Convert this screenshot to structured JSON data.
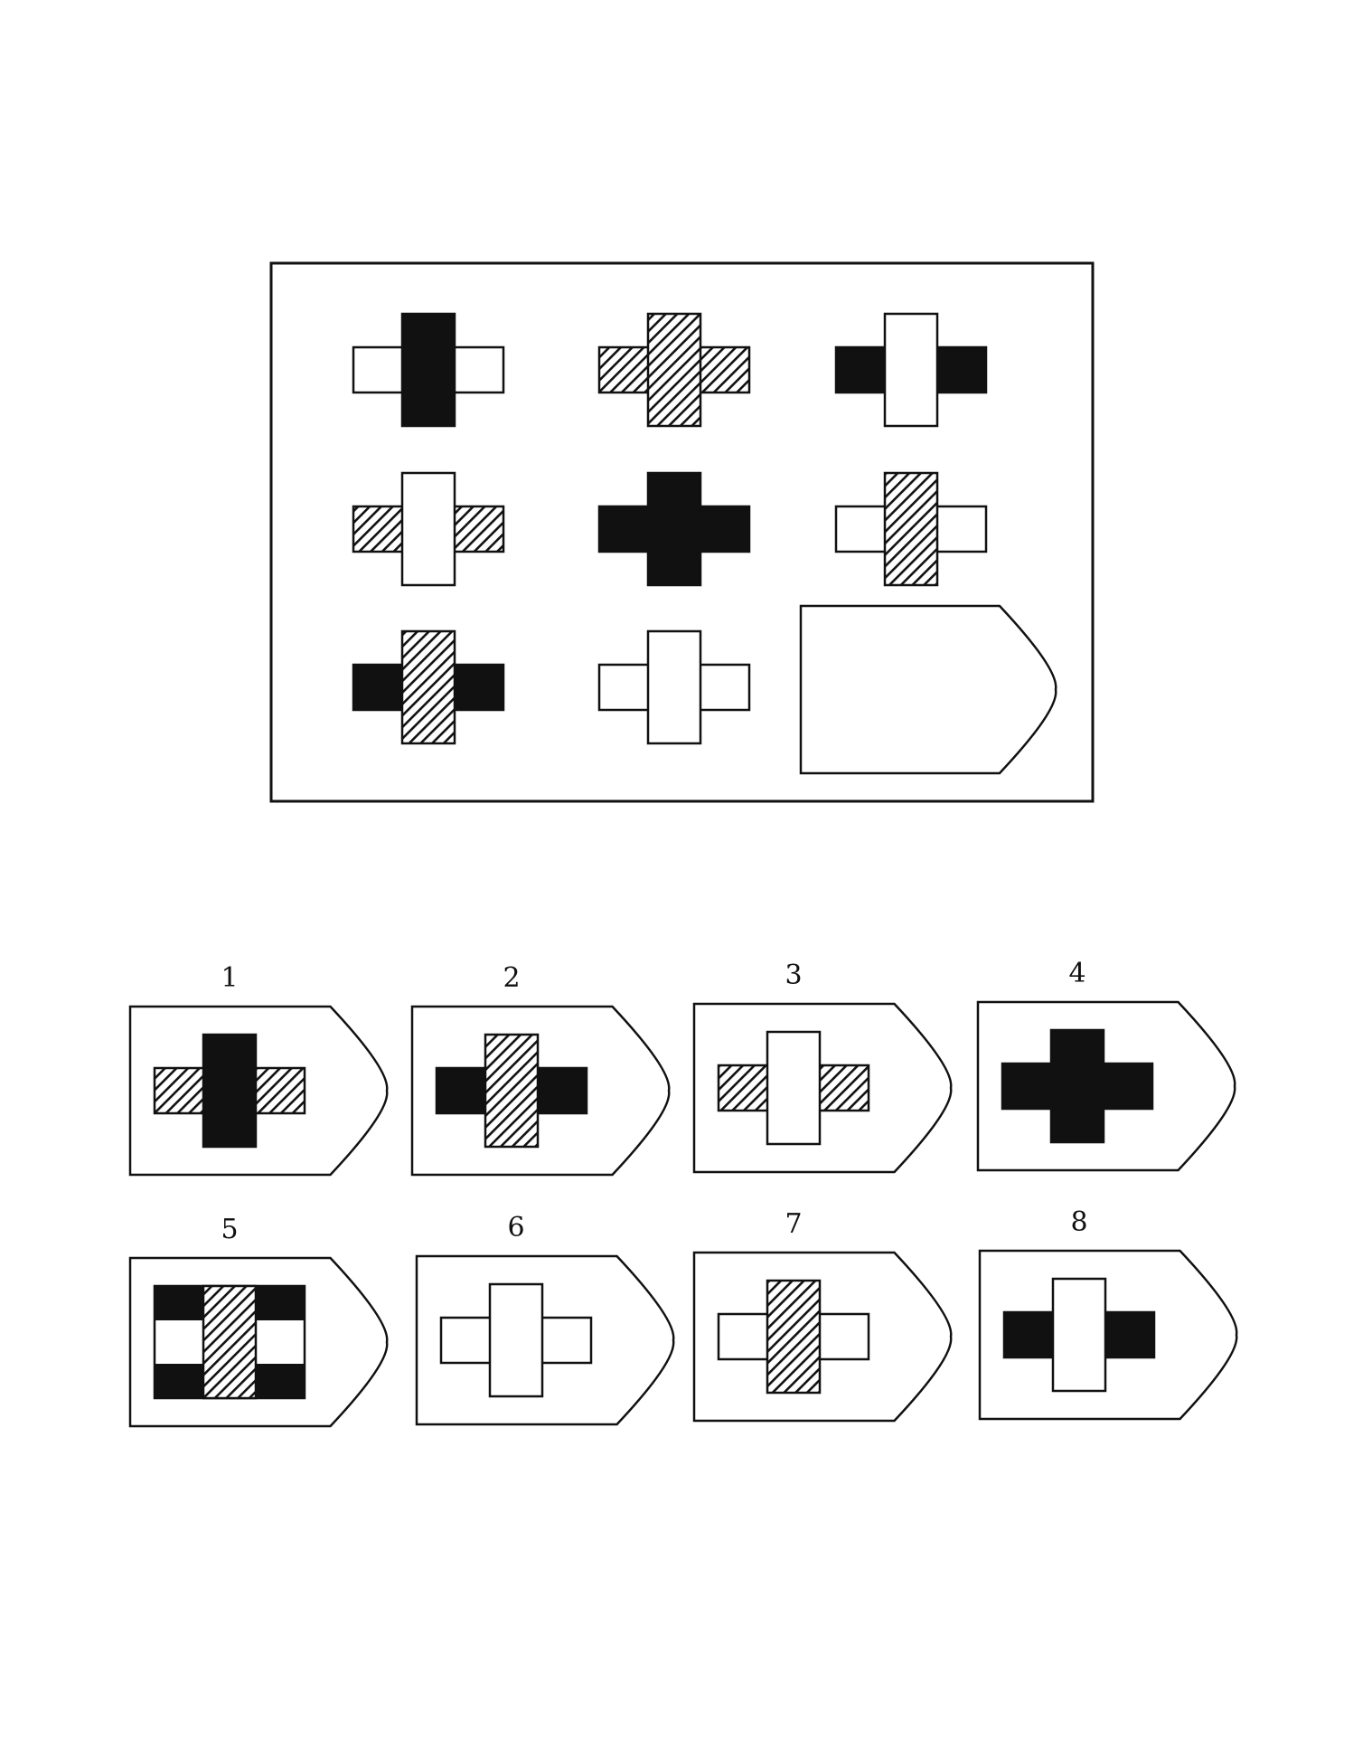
{
  "colors": {
    "ink": "#111111",
    "paper": "#ffffff"
  },
  "matrix": {
    "cells": [
      {
        "row": 1,
        "col": 1,
        "bar": "black",
        "arms": "white"
      },
      {
        "row": 1,
        "col": 2,
        "bar": "hatch",
        "arms": "hatch"
      },
      {
        "row": 1,
        "col": 3,
        "bar": "white",
        "arms": "black"
      },
      {
        "row": 2,
        "col": 1,
        "bar": "white",
        "arms": "hatch"
      },
      {
        "row": 2,
        "col": 2,
        "bar": "black",
        "arms": "black"
      },
      {
        "row": 2,
        "col": 3,
        "bar": "hatch",
        "arms": "white"
      },
      {
        "row": 3,
        "col": 1,
        "bar": "hatch",
        "arms": "black"
      },
      {
        "row": 3,
        "col": 2,
        "bar": "white",
        "arms": "white"
      },
      {
        "row": 3,
        "col": 3,
        "missing": true
      }
    ]
  },
  "options": [
    {
      "label": "1",
      "bar": "black",
      "arms": "hatch"
    },
    {
      "label": "2",
      "bar": "hatch",
      "arms": "black"
    },
    {
      "label": "3",
      "bar": "white",
      "arms": "hatch"
    },
    {
      "label": "4",
      "bar": "black",
      "arms": "black"
    },
    {
      "label": "5",
      "variant": "block",
      "bar": "hatch",
      "arms": "black"
    },
    {
      "label": "6",
      "bar": "white",
      "arms": "white"
    },
    {
      "label": "7",
      "bar": "hatch",
      "arms": "white"
    },
    {
      "label": "8",
      "bar": "white",
      "arms": "black"
    }
  ]
}
